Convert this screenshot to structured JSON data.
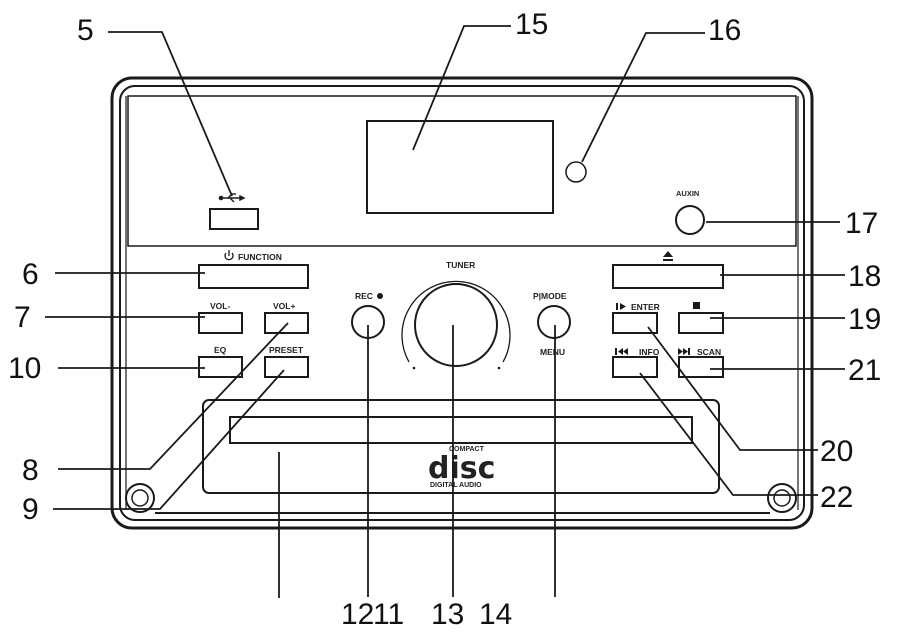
{
  "callouts": {
    "c5": "5",
    "c15": "15",
    "c16": "16",
    "c17": "17",
    "c6": "6",
    "c18": "18",
    "c7": "7",
    "c19": "19",
    "c10": "10",
    "c21": "21",
    "c20": "20",
    "c8": "8",
    "c9": "9",
    "c22": "22",
    "c12": "12",
    "c11": "11",
    "c13": "13",
    "c14": "14"
  },
  "panel": {
    "function_label": "FUNCTION",
    "vol_minus_label": "VOL-",
    "vol_plus_label": "VOL+",
    "eq_label": "EQ",
    "preset_label": "PRESET",
    "rec_label": "REC",
    "tuner_label": "TUNER",
    "pmode_label": "P|MODE",
    "menu_label": "MENU",
    "auxin_label": "AUXIN",
    "enter_label": "ENTER",
    "info_label": "INFO",
    "scan_label": "SCAN",
    "disc_logo": {
      "top": "COMPACT",
      "main": "disc",
      "bottom": "DIGITAL AUDIO"
    }
  }
}
